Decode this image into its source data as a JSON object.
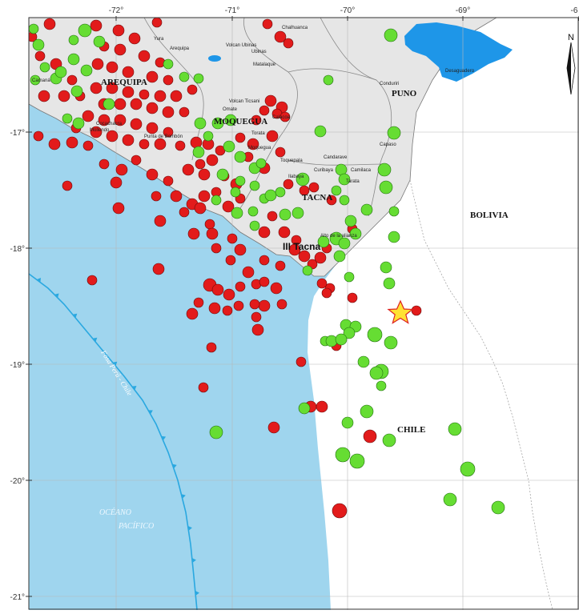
{
  "map": {
    "lon_ticks": [
      "-72°",
      "-71°",
      "-70°",
      "-69°",
      "-6"
    ],
    "lat_ticks": [
      "-17°",
      "-18°",
      "-19°",
      "-20°",
      "-21°"
    ],
    "regions": [
      {
        "key": "arequipa",
        "label": "AREQUIPA"
      },
      {
        "key": "moquegua",
        "label": "MOQUEGUA"
      },
      {
        "key": "puno",
        "label": "PUNO"
      },
      {
        "key": "tacna",
        "label": "TACNA"
      }
    ],
    "countries": [
      {
        "key": "bolivia",
        "label": "BOLIVIA"
      },
      {
        "key": "chile",
        "label": "CHILE"
      }
    ],
    "zone_label": "III Tacna",
    "ocean_label_line1": "OCÉANO",
    "ocean_label_line2": "PACÍFICO",
    "trench_label": "Fosa Perú - Chile",
    "north_label": "N",
    "cities": [
      "Yura",
      "Arequipa",
      "Camaná",
      "Volcan Ubinas",
      "Ubinas",
      "Matalaque",
      "Chalhuanca",
      "Calacoa",
      "Volcan Ticsani",
      "Omate",
      "Torata",
      "Moquegua",
      "Toquepala",
      "Candarave",
      "Curibaya",
      "Ilabaya",
      "Camilaca",
      "Tarata",
      "Capaso",
      "Conduriri",
      "Desaguadero",
      "Alto de la alianza",
      "Punta de Bombón",
      "Mollendo",
      "Cocachacra"
    ],
    "colors": {
      "ocean": "#9fd5ee",
      "land_peru": "#e6e6e6",
      "land_other": "#ffffff",
      "lake": "#1e96e8",
      "trench": "#2aa8e0",
      "event_green": "#66dd33",
      "event_red": "#e21b1b",
      "star": "#ffe233"
    }
  }
}
